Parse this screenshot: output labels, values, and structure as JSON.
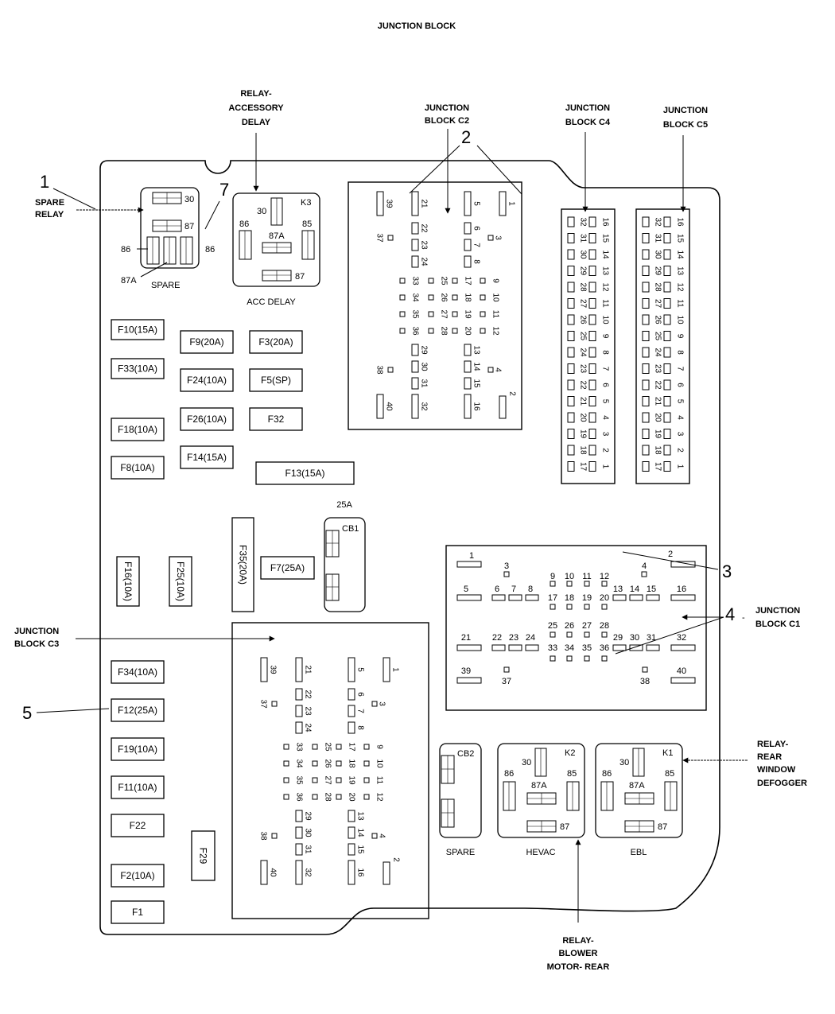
{
  "title": "JUNCTION BLOCK",
  "callouts": {
    "c1": {
      "number": "1",
      "lines": [
        "SPARE",
        "RELAY"
      ]
    },
    "c2": {
      "number": "2"
    },
    "c3": {
      "number": "3"
    },
    "c4": {
      "number": "4",
      "dash": "-"
    },
    "c5": {
      "number": "5"
    },
    "c7": {
      "number": "7"
    },
    "relay_accessory_delay": [
      "RELAY-",
      "ACCESSORY",
      "DELAY"
    ],
    "jb_c2": [
      "JUNCTION",
      "BLOCK C2"
    ],
    "jb_c4": [
      "JUNCTION",
      "BLOCK C4"
    ],
    "jb_c5": [
      "JUNCTION",
      "BLOCK C5"
    ],
    "jb_c1": [
      "JUNCTION",
      "BLOCK C1"
    ],
    "jb_c3": [
      "JUNCTION",
      "BLOCK C3"
    ],
    "relay_rear_window": [
      "RELAY-",
      "REAR",
      "WINDOW",
      "DEFOGGER"
    ],
    "relay_blower": [
      "RELAY-",
      "BLOWER",
      "MOTOR- REAR"
    ]
  },
  "spare_relay": {
    "caption": "SPARE",
    "pins": {
      "p30": "30",
      "p87": "87",
      "p86_left": "86",
      "p86_right": "86",
      "p87a": "87A"
    }
  },
  "acc_delay_relay": {
    "id": "K3",
    "caption": "ACC DELAY",
    "pins": {
      "p30": "30",
      "p86": "86",
      "p85": "85",
      "p87a": "87A",
      "p87": "87"
    }
  },
  "hevac_relay": {
    "id": "K2",
    "caption": "HEVAC",
    "pins": {
      "p30": "30",
      "p86": "86",
      "p85": "85",
      "p87a": "87A",
      "p87": "87"
    }
  },
  "ebl_relay": {
    "id": "K1",
    "caption": "EBL",
    "pins": {
      "p30": "30",
      "p86": "86",
      "p85": "85",
      "p87a": "87A",
      "p87": "87"
    }
  },
  "circuit_breakers": {
    "cb1": {
      "id": "CB1",
      "rating": "25A"
    },
    "cb2": {
      "id": "CB2",
      "caption": "SPARE"
    }
  },
  "fuses": {
    "F10": "F10(15A)",
    "F33": "F33(10A)",
    "F18": "F18(10A)",
    "F8": "F8(10A)",
    "F9": "F9(20A)",
    "F24": "F24(10A)",
    "F26": "F26(10A)",
    "F14": "F14(15A)",
    "F3": "F3(20A)",
    "F5": "F5(SP)",
    "F32": "F32",
    "F13": "F13(15A)",
    "F16": "F16(10A)",
    "F25": "F25(10A)",
    "F35": "F35(20A)",
    "F7": "F7(25A)",
    "F34": "F34(10A)",
    "F12": "F12(25A)",
    "F19": "F19(10A)",
    "F11": "F11(10A)",
    "F22": "F22",
    "F2": "F2(10A)",
    "F1": "F1",
    "F29": "F29"
  },
  "connector_c2c3_pins": {
    "top_row": [
      "39",
      "21",
      "5",
      "1"
    ],
    "col_left_upper": [
      "22",
      "23",
      "24"
    ],
    "col_right_upper": [
      "6",
      "7",
      "8"
    ],
    "side_left_upper": "37",
    "side_right_upper": "3",
    "grid_rows": [
      [
        "33",
        "25",
        "17",
        "9"
      ],
      [
        "34",
        "26",
        "18",
        "10"
      ],
      [
        "35",
        "27",
        "19",
        "11"
      ],
      [
        "36",
        "28",
        "20",
        "12"
      ]
    ],
    "col_left_lower": [
      "29",
      "30",
      "31"
    ],
    "col_right_lower": [
      "13",
      "14",
      "15"
    ],
    "side_left_lower": "38",
    "side_right_lower": "4",
    "bottom_row": [
      "40",
      "32",
      "16",
      "2"
    ]
  },
  "connector_c4_pins": {
    "left": [
      "32",
      "31",
      "30",
      "29",
      "28",
      "27",
      "26",
      "25",
      "24",
      "23",
      "22",
      "21",
      "20",
      "19",
      "18",
      "17"
    ],
    "right": [
      "16",
      "15",
      "14",
      "13",
      "12",
      "11",
      "10",
      "9",
      "8",
      "7",
      "6",
      "5",
      "4",
      "3",
      "2",
      "1"
    ]
  },
  "connector_c5_pins": {
    "left": [
      "32",
      "31",
      "30",
      "29",
      "28",
      "27",
      "26",
      "25",
      "24",
      "23",
      "22",
      "21",
      "20",
      "19",
      "18",
      "17"
    ],
    "right": [
      "16",
      "15",
      "14",
      "13",
      "12",
      "11",
      "10",
      "9",
      "8",
      "7",
      "6",
      "5",
      "4",
      "3",
      "2",
      "1"
    ]
  },
  "connector_c1_pins": {
    "row1_large": [
      "1",
      "2"
    ],
    "row1_small": [
      "3",
      "4"
    ],
    "row2_small_top": [
      "9",
      "10",
      "11",
      "12"
    ],
    "row2_large_left": [
      "5"
    ],
    "row2_medium_left": [
      "6",
      "7",
      "8"
    ],
    "row2_small_bottom": [
      "17",
      "18",
      "19",
      "20"
    ],
    "row2_medium_right": [
      "13",
      "14",
      "15"
    ],
    "row2_large_right": [
      "16"
    ],
    "row3_small_top": [
      "25",
      "26",
      "27",
      "28"
    ],
    "row3_large_left": [
      "21"
    ],
    "row3_medium_left": [
      "22",
      "23",
      "24"
    ],
    "row3_small_bottom": [
      "33",
      "34",
      "35",
      "36"
    ],
    "row3_medium_right": [
      "29",
      "30",
      "31"
    ],
    "row3_large_right": [
      "32"
    ],
    "row4_large": [
      "39",
      "40"
    ],
    "row4_small": [
      "37",
      "38"
    ]
  }
}
